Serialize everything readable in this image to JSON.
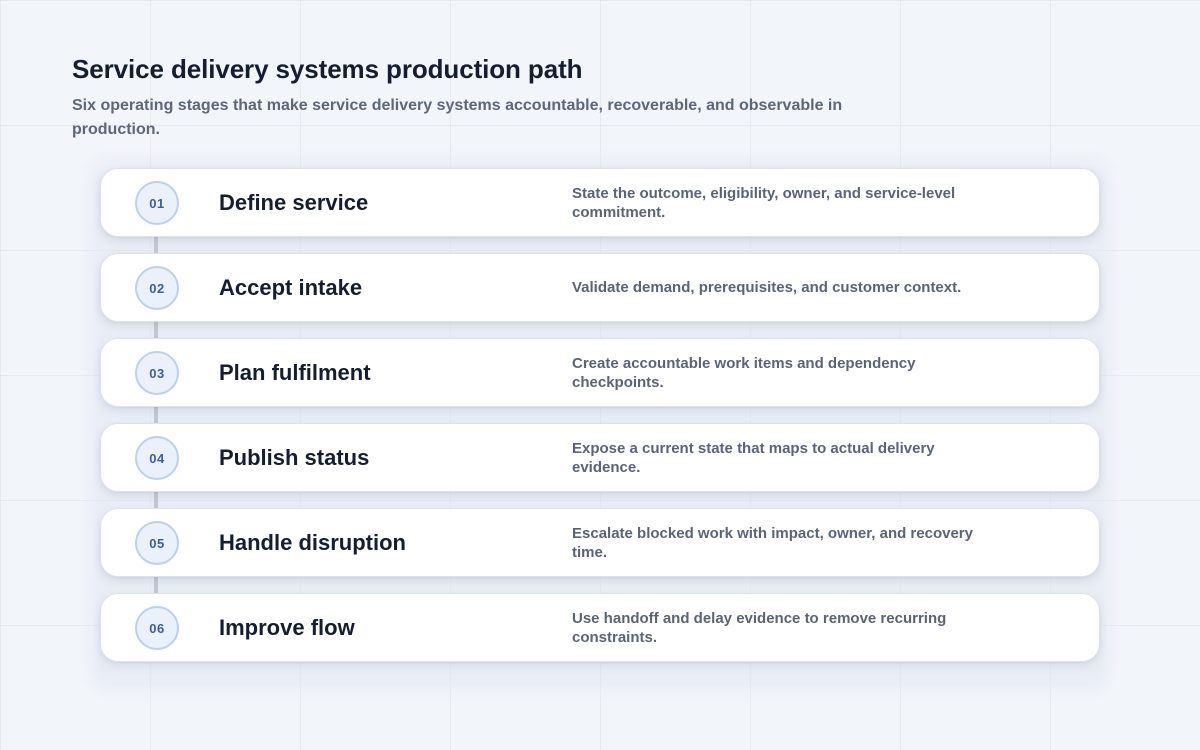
{
  "header": {
    "title": "Service delivery systems production path",
    "subtitle": "Six operating stages that make service delivery systems accountable, recoverable, and observable in production."
  },
  "steps": [
    {
      "number": "01",
      "title": "Define service",
      "description": "State the outcome, eligibility, owner, and service-level commitment."
    },
    {
      "number": "02",
      "title": "Accept intake",
      "description": "Validate demand, prerequisites, and customer context."
    },
    {
      "number": "03",
      "title": "Plan fulfilment",
      "description": "Create accountable work items and dependency checkpoints."
    },
    {
      "number": "04",
      "title": "Publish status",
      "description": "Expose a current state that maps to actual delivery evidence."
    },
    {
      "number": "05",
      "title": "Handle disruption",
      "description": "Escalate blocked work with impact, owner, and recovery time."
    },
    {
      "number": "06",
      "title": "Improve flow",
      "description": "Use handoff and delay evidence to remove recurring constraints."
    }
  ],
  "colors": {
    "accent_circle_fill": "#eaf1fb",
    "accent_circle_border": "#bcd0ec",
    "number_text": "#3a5f9a",
    "title_text": "#141e30",
    "description_text": "#5a6476",
    "connector": "#c4cad4"
  }
}
